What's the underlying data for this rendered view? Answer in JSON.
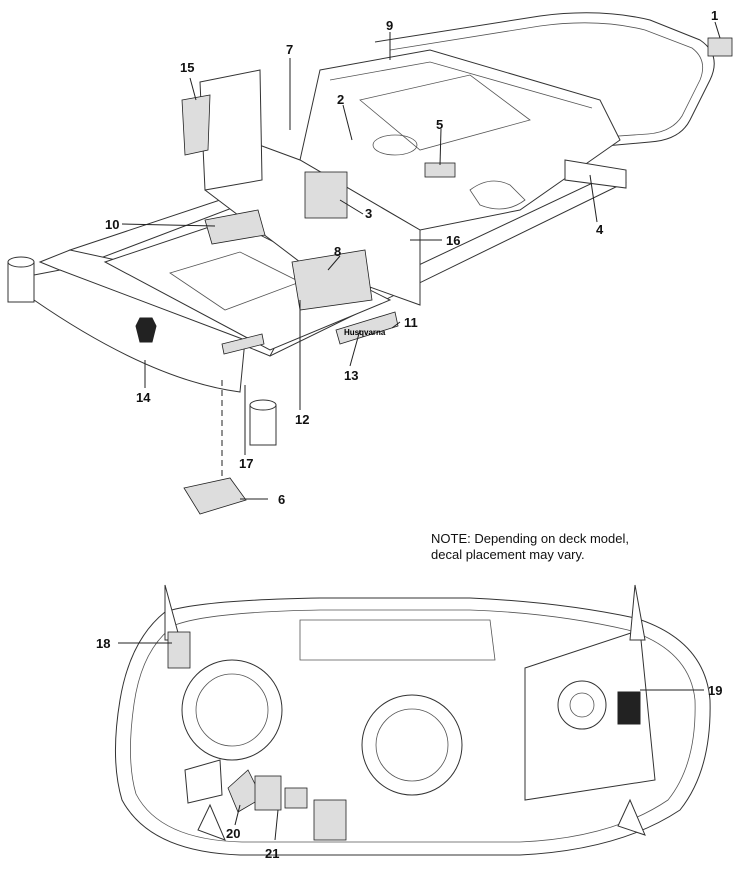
{
  "note": {
    "line1": "NOTE: Depending on deck model,",
    "line2": "decal placement may vary."
  },
  "callouts": [
    "1",
    "2",
    "3",
    "4",
    "5",
    "6",
    "7",
    "8",
    "9",
    "10",
    "11",
    "12",
    "13",
    "14",
    "15",
    "16",
    "17",
    "18",
    "19",
    "20",
    "21"
  ],
  "brand_text": "Husqvarna"
}
